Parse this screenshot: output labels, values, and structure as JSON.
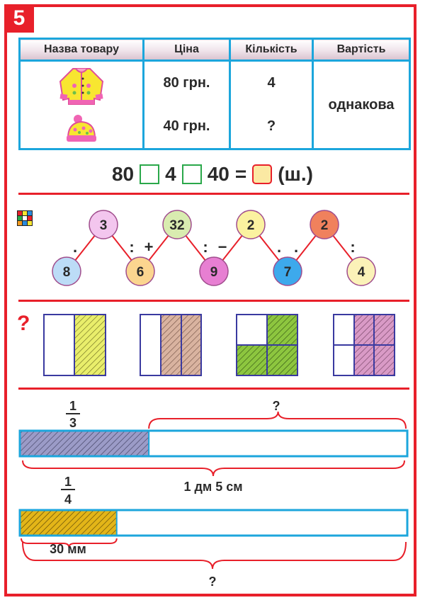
{
  "badge": "5",
  "table": {
    "headers": [
      "Назва товару",
      "Ціна",
      "Кількість",
      "Вартість"
    ],
    "icons": [
      "sweater-icon",
      "hat-icon"
    ],
    "prices": [
      "80 грн.",
      "40 грн."
    ],
    "quantities": [
      "4",
      "?"
    ],
    "cost": "однакова"
  },
  "equation": {
    "a": "80",
    "b": "4",
    "c": "40",
    "equals": "=",
    "unit": "(ш.)"
  },
  "chain": {
    "top": [
      {
        "value": "3",
        "color": "#f3c6ee"
      },
      {
        "value": "32",
        "color": "#d9ecb0"
      },
      {
        "value": "2",
        "color": "#fbf2a0"
      },
      {
        "value": "2",
        "color": "#f0815d"
      }
    ],
    "bottom": [
      {
        "value": "8",
        "color": "#bcdcf7"
      },
      {
        "value": "6",
        "color": "#fbd58f"
      },
      {
        "value": "9",
        "color": "#e77fd2"
      },
      {
        "value": "7",
        "color": "#3da9ec"
      },
      {
        "value": "4",
        "color": "#fbf2b8"
      }
    ],
    "ops": [
      ".",
      ":",
      "+",
      ":",
      "−",
      ".",
      ".",
      ":"
    ]
  },
  "question_mark": "?",
  "fractions": {
    "colors": {
      "half": "#e9ee6b",
      "brown": "#d9b3a0",
      "green": "#8dc63f",
      "pink": "#d99ac6"
    }
  },
  "segment1": {
    "fraction_num": "1",
    "fraction_den": "3",
    "part": 0.333,
    "question": "?",
    "total_label": "1 дм 5 см",
    "fill": "#9b9bc7"
  },
  "segment2": {
    "fraction_num": "1",
    "fraction_den": "4",
    "part": 0.25,
    "part_label": "30 мм",
    "question": "?",
    "fill": "#e3b518"
  }
}
